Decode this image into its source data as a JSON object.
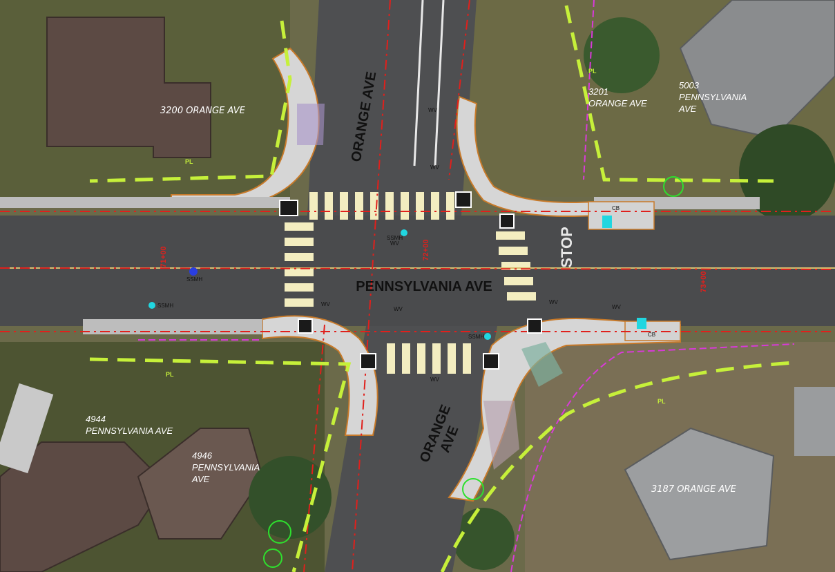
{
  "streets": {
    "main": "PENNSYLVANIA AVE",
    "cross_north": "ORANGE AVE",
    "cross_south_line1": "ORANGE",
    "cross_south_line2": "AVE"
  },
  "parcels": [
    {
      "id": "p3200",
      "lines": [
        "3200 ORANGE AVE"
      ]
    },
    {
      "id": "p3201",
      "lines": [
        "3201",
        "ORANGE AVE"
      ]
    },
    {
      "id": "p5003",
      "lines": [
        "5003",
        "PENNSYLVANIA",
        "AVE"
      ]
    },
    {
      "id": "p4944",
      "lines": [
        "4944",
        "PENNSYLVANIA AVE"
      ]
    },
    {
      "id": "p4946",
      "lines": [
        "4946",
        "PENNSYLVANIA",
        "AVE"
      ]
    },
    {
      "id": "p3187",
      "lines": [
        "3187 ORANGE AVE"
      ]
    }
  ],
  "stations": {
    "a": "71+00",
    "b": "72+00",
    "c": "73+00"
  },
  "structures": {
    "ssmh": "SSMH",
    "wv": "WV",
    "cb": "CB",
    "stop_marking": "STOP",
    "property_line": "PL"
  },
  "colors": {
    "asphalt": "#4a4b4d",
    "sidewalk": "#d6d6d6",
    "crosswalk": "#f3edc0",
    "property_line": "#c6f03a",
    "cad_red": "#e0201c",
    "cad_magenta": "#d83ad8",
    "vegetation": "#3d5a2c",
    "roof": "#5c4a44"
  }
}
